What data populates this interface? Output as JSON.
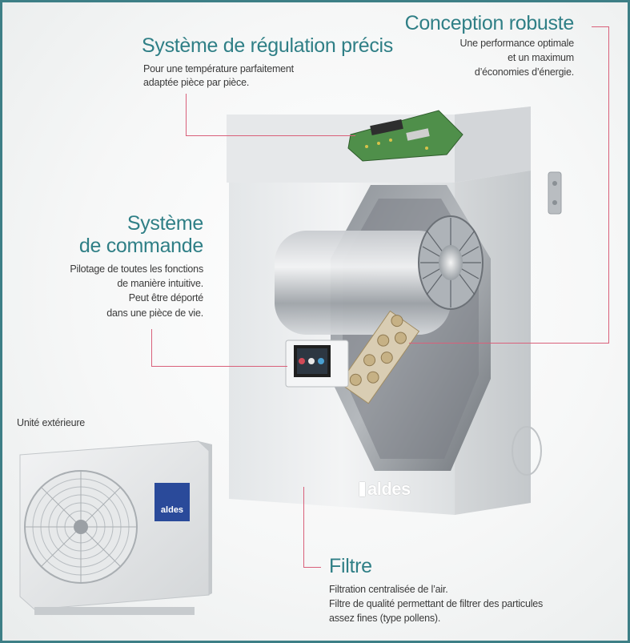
{
  "callouts": {
    "regulation": {
      "title": "Système de régulation précis",
      "text_1": "Pour une température parfaitement",
      "text_2": "adaptée pièce par pièce."
    },
    "robuste": {
      "title": "Conception robuste",
      "text_1": "Une performance optimale",
      "text_2": "et un maximum",
      "text_3": "d’économies d’énergie."
    },
    "commande": {
      "title_1": "Système",
      "title_2": "de commande",
      "text_1": "Pilotage de toutes les fonctions",
      "text_2": "de manière intuitive.",
      "text_3": "Peut être déporté",
      "text_4": "dans une pièce de vie."
    },
    "filtre": {
      "title": "Filtre",
      "text_1": "Filtration centralisée de l’air.",
      "text_2": "Filtre de qualité permettant de filtrer des particules",
      "text_3": "assez fines (type pollens)."
    },
    "outdoor_label": "Unité extérieure"
  },
  "brand": {
    "indoor_logo": "aldes",
    "outdoor_logo": "aldes"
  },
  "colors": {
    "heading": "#2f7f86",
    "leader": "#d9607a",
    "border": "#3d7f86"
  }
}
